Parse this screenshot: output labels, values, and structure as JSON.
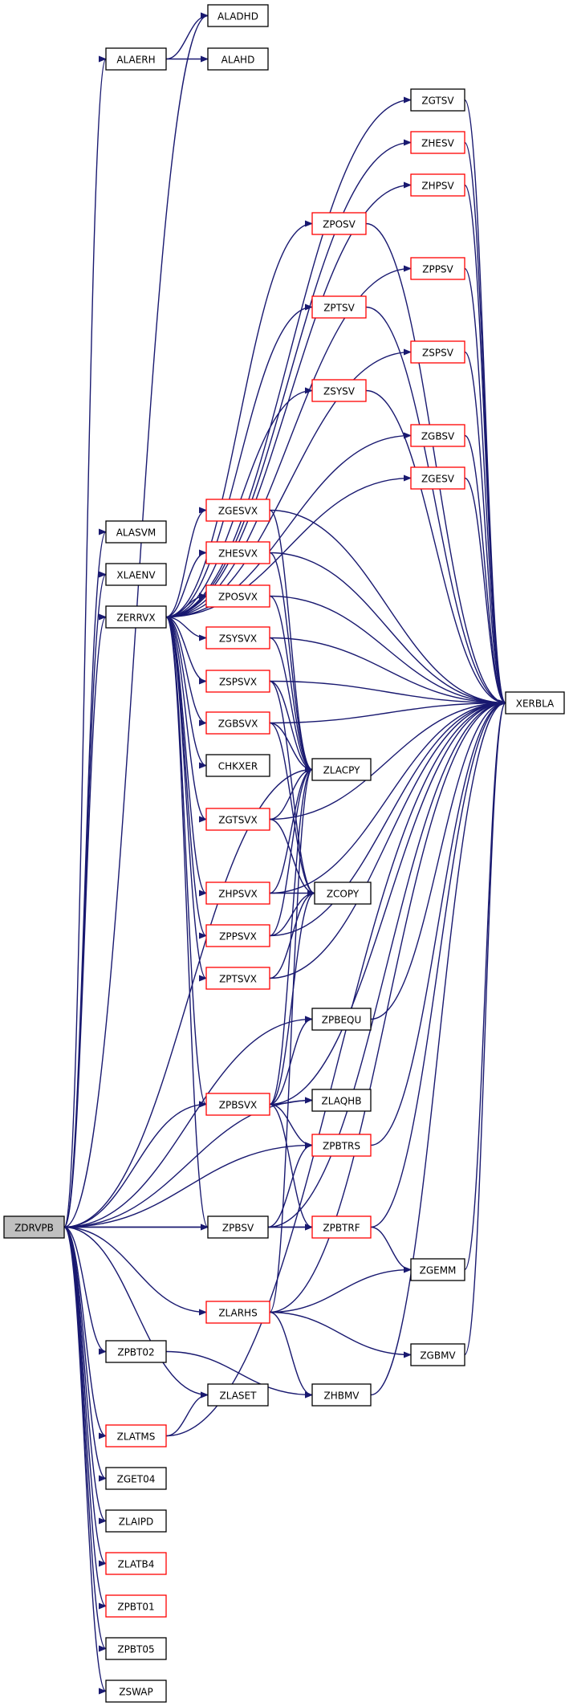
{
  "colors": {
    "edge": "#191970",
    "box_black": "#000000",
    "box_red": "#ff0000",
    "root_fill": "#c0c0c0",
    "background": "#ffffff"
  },
  "nodes": [
    {
      "id": "ZDRVPB",
      "label": "ZDRVPB",
      "style": "root"
    },
    {
      "id": "ALADHD",
      "label": "ALADHD",
      "style": "black"
    },
    {
      "id": "ALAERH",
      "label": "ALAERH",
      "style": "black"
    },
    {
      "id": "ALAHD",
      "label": "ALAHD",
      "style": "black"
    },
    {
      "id": "ZGTSV",
      "label": "ZGTSV",
      "style": "black"
    },
    {
      "id": "ZHESV",
      "label": "ZHESV",
      "style": "red"
    },
    {
      "id": "ZHPSV",
      "label": "ZHPSV",
      "style": "red"
    },
    {
      "id": "ZPOSV",
      "label": "ZPOSV",
      "style": "red"
    },
    {
      "id": "ZPPSV",
      "label": "ZPPSV",
      "style": "red"
    },
    {
      "id": "ZPTSV",
      "label": "ZPTSV",
      "style": "red"
    },
    {
      "id": "ZSPSV",
      "label": "ZSPSV",
      "style": "red"
    },
    {
      "id": "ZSYSV",
      "label": "ZSYSV",
      "style": "red"
    },
    {
      "id": "ZGBSV",
      "label": "ZGBSV",
      "style": "red"
    },
    {
      "id": "ZGESV",
      "label": "ZGESV",
      "style": "red"
    },
    {
      "id": "ALASVM",
      "label": "ALASVM",
      "style": "black"
    },
    {
      "id": "ZGESVX",
      "label": "ZGESVX",
      "style": "red"
    },
    {
      "id": "XLAENV",
      "label": "XLAENV",
      "style": "black"
    },
    {
      "id": "ZHESVX",
      "label": "ZHESVX",
      "style": "red"
    },
    {
      "id": "ZERRVX",
      "label": "ZERRVX",
      "style": "black"
    },
    {
      "id": "ZPOSVX",
      "label": "ZPOSVX",
      "style": "red"
    },
    {
      "id": "ZSYSVX",
      "label": "ZSYSVX",
      "style": "red"
    },
    {
      "id": "ZSPSVX",
      "label": "ZSPSVX",
      "style": "red"
    },
    {
      "id": "XERBLA",
      "label": "XERBLA",
      "style": "black"
    },
    {
      "id": "ZGBSVX",
      "label": "ZGBSVX",
      "style": "red"
    },
    {
      "id": "CHKXER",
      "label": "CHKXER",
      "style": "black"
    },
    {
      "id": "ZLACPY",
      "label": "ZLACPY",
      "style": "black"
    },
    {
      "id": "ZGTSVX",
      "label": "ZGTSVX",
      "style": "red"
    },
    {
      "id": "ZHPSVX",
      "label": "ZHPSVX",
      "style": "red"
    },
    {
      "id": "ZCOPY",
      "label": "ZCOPY",
      "style": "black"
    },
    {
      "id": "ZPPSVX",
      "label": "ZPPSVX",
      "style": "red"
    },
    {
      "id": "ZPTSVX",
      "label": "ZPTSVX",
      "style": "red"
    },
    {
      "id": "ZPBEQU",
      "label": "ZPBEQU",
      "style": "black"
    },
    {
      "id": "ZPBSVX",
      "label": "ZPBSVX",
      "style": "red"
    },
    {
      "id": "ZLAQHB",
      "label": "ZLAQHB",
      "style": "black"
    },
    {
      "id": "ZPBTRS",
      "label": "ZPBTRS",
      "style": "red"
    },
    {
      "id": "ZPBSV",
      "label": "ZPBSV",
      "style": "black"
    },
    {
      "id": "ZPBTRF",
      "label": "ZPBTRF",
      "style": "red"
    },
    {
      "id": "ZGEMM",
      "label": "ZGEMM",
      "style": "black"
    },
    {
      "id": "ZLARHS",
      "label": "ZLARHS",
      "style": "red"
    },
    {
      "id": "ZPBT02",
      "label": "ZPBT02",
      "style": "black"
    },
    {
      "id": "ZGBMV",
      "label": "ZGBMV",
      "style": "black"
    },
    {
      "id": "ZHBMV",
      "label": "ZHBMV",
      "style": "black"
    },
    {
      "id": "ZLASET",
      "label": "ZLASET",
      "style": "black"
    },
    {
      "id": "ZLATMS",
      "label": "ZLATMS",
      "style": "red"
    },
    {
      "id": "ZGET04",
      "label": "ZGET04",
      "style": "black"
    },
    {
      "id": "ZLAIPD",
      "label": "ZLAIPD",
      "style": "black"
    },
    {
      "id": "ZLATB4",
      "label": "ZLATB4",
      "style": "red"
    },
    {
      "id": "ZPBT01",
      "label": "ZPBT01",
      "style": "red"
    },
    {
      "id": "ZPBT05",
      "label": "ZPBT05",
      "style": "black"
    },
    {
      "id": "ZSWAP",
      "label": "ZSWAP",
      "style": "black"
    }
  ],
  "edges": [
    [
      "ZDRVPB",
      "ALADHD"
    ],
    [
      "ZDRVPB",
      "ALAERH"
    ],
    [
      "ZDRVPB",
      "ALASVM"
    ],
    [
      "ZDRVPB",
      "XLAENV"
    ],
    [
      "ZDRVPB",
      "ZERRVX"
    ],
    [
      "ZDRVPB",
      "ZLACPY"
    ],
    [
      "ZDRVPB",
      "ZPBEQU"
    ],
    [
      "ZDRVPB",
      "ZPBSVX"
    ],
    [
      "ZDRVPB",
      "ZLAQHB"
    ],
    [
      "ZDRVPB",
      "ZPBTRS"
    ],
    [
      "ZDRVPB",
      "ZPBSV"
    ],
    [
      "ZDRVPB",
      "ZPBTRF"
    ],
    [
      "ZDRVPB",
      "ZLARHS"
    ],
    [
      "ZDRVPB",
      "ZPBT02"
    ],
    [
      "ZDRVPB",
      "ZLASET"
    ],
    [
      "ZDRVPB",
      "ZLATMS"
    ],
    [
      "ZDRVPB",
      "ZGET04"
    ],
    [
      "ZDRVPB",
      "ZLAIPD"
    ],
    [
      "ZDRVPB",
      "ZLATB4"
    ],
    [
      "ZDRVPB",
      "ZPBT01"
    ],
    [
      "ZDRVPB",
      "ZPBT05"
    ],
    [
      "ZDRVPB",
      "ZSWAP"
    ],
    [
      "ALAERH",
      "ALADHD"
    ],
    [
      "ALAERH",
      "ALAHD"
    ],
    [
      "ZERRVX",
      "ZGTSV"
    ],
    [
      "ZERRVX",
      "ZHESV"
    ],
    [
      "ZERRVX",
      "ZHPSV"
    ],
    [
      "ZERRVX",
      "ZPOSV"
    ],
    [
      "ZERRVX",
      "ZPPSV"
    ],
    [
      "ZERRVX",
      "ZPTSV"
    ],
    [
      "ZERRVX",
      "ZSPSV"
    ],
    [
      "ZERRVX",
      "ZSYSV"
    ],
    [
      "ZERRVX",
      "ZGBSV"
    ],
    [
      "ZERRVX",
      "ZGESV"
    ],
    [
      "ZERRVX",
      "ZGESVX"
    ],
    [
      "ZERRVX",
      "ZHESVX"
    ],
    [
      "ZERRVX",
      "ZPOSVX"
    ],
    [
      "ZERRVX",
      "ZSYSVX"
    ],
    [
      "ZERRVX",
      "ZSPSVX"
    ],
    [
      "ZERRVX",
      "ZGBSVX"
    ],
    [
      "ZERRVX",
      "CHKXER"
    ],
    [
      "ZERRVX",
      "ZGTSVX"
    ],
    [
      "ZERRVX",
      "ZHPSVX"
    ],
    [
      "ZERRVX",
      "ZPPSVX"
    ],
    [
      "ZERRVX",
      "ZPTSVX"
    ],
    [
      "ZERRVX",
      "ZPBSVX"
    ],
    [
      "ZERRVX",
      "ZPBSV"
    ],
    [
      "ZGTSV",
      "XERBLA"
    ],
    [
      "ZHESV",
      "XERBLA"
    ],
    [
      "ZHPSV",
      "XERBLA"
    ],
    [
      "ZPOSV",
      "XERBLA"
    ],
    [
      "ZPPSV",
      "XERBLA"
    ],
    [
      "ZPTSV",
      "XERBLA"
    ],
    [
      "ZSPSV",
      "XERBLA"
    ],
    [
      "ZSYSV",
      "XERBLA"
    ],
    [
      "ZGBSV",
      "XERBLA"
    ],
    [
      "ZGESV",
      "XERBLA"
    ],
    [
      "ZGESVX",
      "XERBLA"
    ],
    [
      "ZGESVX",
      "ZLACPY"
    ],
    [
      "ZHESVX",
      "XERBLA"
    ],
    [
      "ZHESVX",
      "ZLACPY"
    ],
    [
      "ZPOSVX",
      "XERBLA"
    ],
    [
      "ZPOSVX",
      "ZLACPY"
    ],
    [
      "ZSYSVX",
      "XERBLA"
    ],
    [
      "ZSYSVX",
      "ZLACPY"
    ],
    [
      "ZSPSVX",
      "XERBLA"
    ],
    [
      "ZSPSVX",
      "ZLACPY"
    ],
    [
      "ZSPSVX",
      "ZCOPY"
    ],
    [
      "ZGBSVX",
      "XERBLA"
    ],
    [
      "ZGBSVX",
      "ZLACPY"
    ],
    [
      "ZGBSVX",
      "ZCOPY"
    ],
    [
      "ZGTSVX",
      "XERBLA"
    ],
    [
      "ZGTSVX",
      "ZLACPY"
    ],
    [
      "ZGTSVX",
      "ZCOPY"
    ],
    [
      "ZHPSVX",
      "XERBLA"
    ],
    [
      "ZHPSVX",
      "ZLACPY"
    ],
    [
      "ZHPSVX",
      "ZCOPY"
    ],
    [
      "ZPPSVX",
      "XERBLA"
    ],
    [
      "ZPPSVX",
      "ZLACPY"
    ],
    [
      "ZPPSVX",
      "ZCOPY"
    ],
    [
      "ZPTSVX",
      "XERBLA"
    ],
    [
      "ZPTSVX",
      "ZCOPY"
    ],
    [
      "ZPBEQU",
      "XERBLA"
    ],
    [
      "ZPBSVX",
      "XERBLA"
    ],
    [
      "ZPBSVX",
      "ZLACPY"
    ],
    [
      "ZPBSVX",
      "ZCOPY"
    ],
    [
      "ZPBSVX",
      "ZPBEQU"
    ],
    [
      "ZPBSVX",
      "ZLAQHB"
    ],
    [
      "ZPBSVX",
      "ZPBTRS"
    ],
    [
      "ZPBSVX",
      "ZPBTRF"
    ],
    [
      "ZPBTRS",
      "XERBLA"
    ],
    [
      "ZPBSV",
      "XERBLA"
    ],
    [
      "ZPBSV",
      "ZPBTRS"
    ],
    [
      "ZPBSV",
      "ZPBTRF"
    ],
    [
      "ZPBTRF",
      "XERBLA"
    ],
    [
      "ZPBTRF",
      "ZGEMM"
    ],
    [
      "ZGEMM",
      "XERBLA"
    ],
    [
      "ZLARHS",
      "XERBLA"
    ],
    [
      "ZLARHS",
      "ZLACPY"
    ],
    [
      "ZLARHS",
      "ZGEMM"
    ],
    [
      "ZLARHS",
      "ZGBMV"
    ],
    [
      "ZLARHS",
      "ZHBMV"
    ],
    [
      "ZGBMV",
      "XERBLA"
    ],
    [
      "ZHBMV",
      "XERBLA"
    ],
    [
      "ZPBT02",
      "ZHBMV"
    ],
    [
      "ZLATMS",
      "ZLASET"
    ],
    [
      "ZLATMS",
      "XERBLA"
    ]
  ]
}
